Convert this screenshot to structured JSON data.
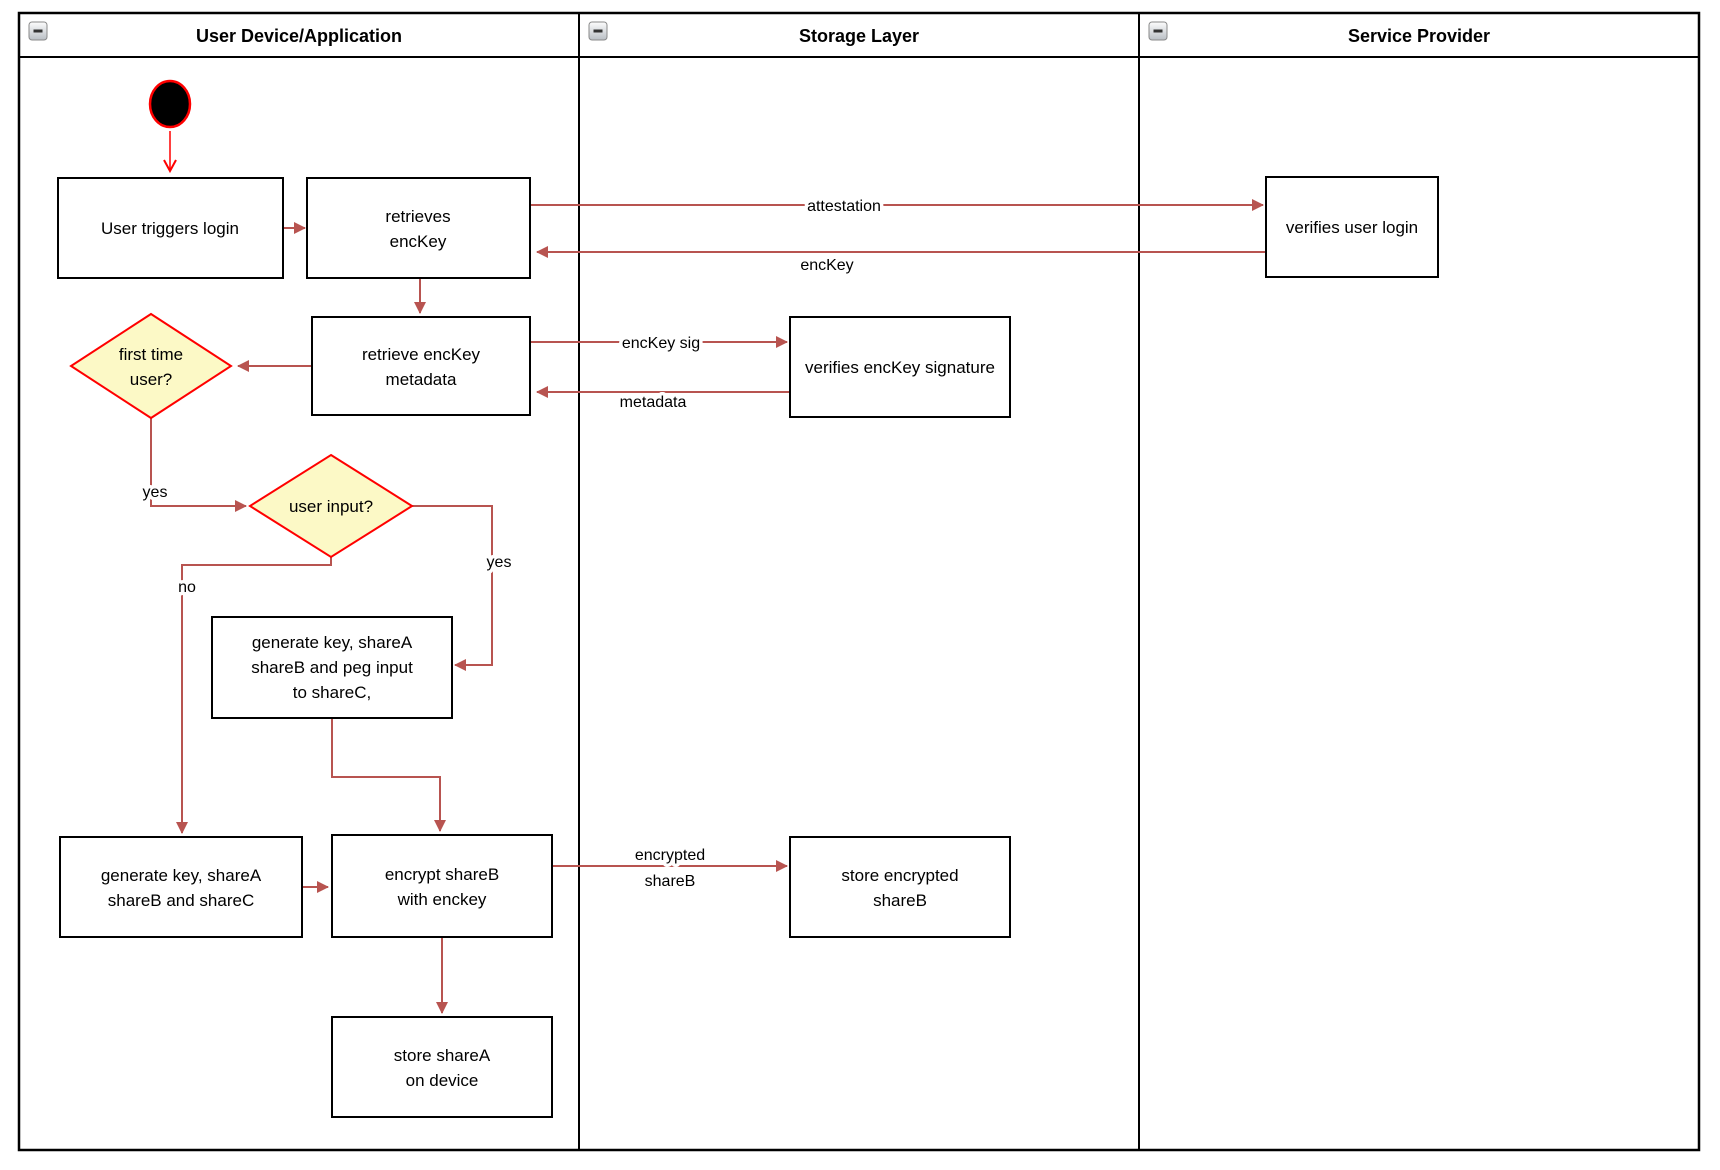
{
  "lanes": [
    {
      "title": "User Device/Application"
    },
    {
      "title": "Storage Layer"
    },
    {
      "title": "Service Provider"
    }
  ],
  "icons": {
    "collapse_button": "minus-in-square"
  },
  "nodes": {
    "user_triggers_login": {
      "label": "User triggers login"
    },
    "retrieves_enckey": {
      "line1": "retrieves",
      "line2": "encKey"
    },
    "retrieve_enckey_metadata": {
      "line1": "retrieve encKey",
      "line2": "metadata"
    },
    "verifies_user_login": {
      "label": "verifies user login"
    },
    "verifies_enckey_signature": {
      "label": "verifies encKey signature"
    },
    "first_time_user": {
      "line1": "first time",
      "line2": "user?"
    },
    "user_input": {
      "label": "user input?"
    },
    "generate_key_peg": {
      "line1": "generate key, shareA",
      "line2": "shareB and peg input",
      "line3": "to shareC,"
    },
    "generate_key_shares": {
      "line1": "generate key, shareA",
      "line2": "shareB and shareC"
    },
    "encrypt_shareb": {
      "line1": "encrypt shareB",
      "line2": "with enckey"
    },
    "store_encrypted_shareb": {
      "line1": "store encrypted",
      "line2": "shareB"
    },
    "store_sharea": {
      "line1": "store shareA",
      "line2": "on device"
    }
  },
  "edges": {
    "attestation": {
      "label": "attestation"
    },
    "enckey_return": {
      "label": "encKey"
    },
    "enckey_sig": {
      "label": "encKey sig"
    },
    "metadata_return": {
      "label": "metadata"
    },
    "first_time_yes": {
      "label": "yes"
    },
    "user_input_yes": {
      "label": "yes"
    },
    "user_input_no": {
      "label": "no"
    },
    "encrypted_shareb": {
      "line1": "encrypted",
      "line2": "shareB"
    }
  },
  "colors": {
    "edge": "#B85450",
    "start_accent": "#FF0000",
    "decision_fill": "#FCF9C6",
    "decision_border": "#FF0000",
    "node_fill": "#FFFFFF",
    "node_border": "#000000",
    "lane_border": "#000000"
  }
}
